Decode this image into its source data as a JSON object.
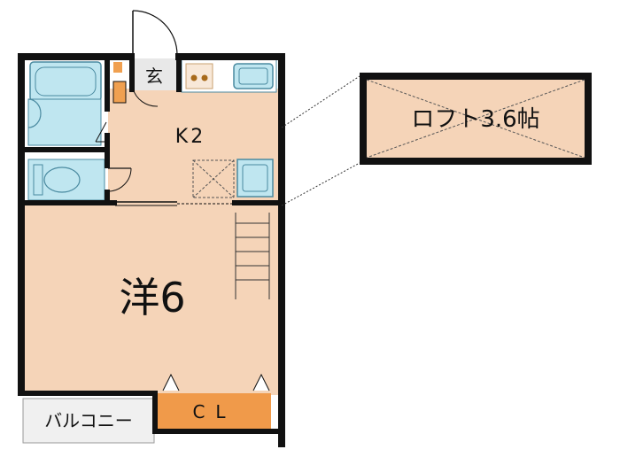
{
  "rooms": {
    "entrance_label": "玄",
    "kitchen_label": "K2",
    "western_label": "洋6",
    "closet_label": "CL",
    "balcony_label": "バルコニー",
    "loft_label": "ロフト3.6帖"
  },
  "colors": {
    "room_floor": "#f5d4b8",
    "closet": "#f09a4a",
    "fixture": "#bfe6f0",
    "fixture_outline": "#4a8aa0",
    "wall": "#111111",
    "balcony": "#f0f0f0",
    "entrance": "#e8e8e8",
    "stove_dot": "#a86a1a",
    "accent_orange": "#f0a050"
  },
  "icons": {
    "bathtub": "bathtub-icon",
    "washbasin": "washbasin-icon",
    "toilet": "toilet-icon",
    "stove": "stove-icon",
    "sink": "sink-icon",
    "fridge": "fridge-space-icon",
    "ladder": "ladder-icon"
  }
}
